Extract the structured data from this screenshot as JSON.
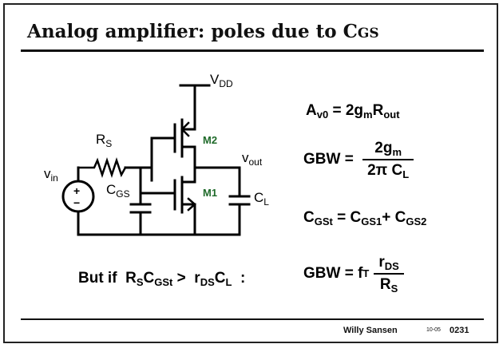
{
  "slide": {
    "title_main": "Analog amplifier: poles due to ",
    "title_c": "C",
    "title_gs": "GS",
    "footer": {
      "author": "Willy Sansen",
      "date": "10-05",
      "page": "0231"
    }
  },
  "circuit": {
    "vdd_base": "V",
    "vdd_sub": "DD",
    "rs_base": "R",
    "rs_sub": "S",
    "vin_base": "v",
    "vin_sub": "in",
    "cgs_base": "C",
    "cgs_sub": "GS",
    "m2": "M2",
    "m1": "M1",
    "vout_base": "v",
    "vout_sub": "out",
    "cl_base": "C",
    "cl_sub": "L",
    "plus": "+",
    "minus": "−"
  },
  "equations": {
    "av0": {
      "a": "A",
      "a_sub": "v0",
      "eq_2g": " = 2g",
      "m_sub": "m",
      "r": "R",
      "r_sub": "out"
    },
    "gbw1": {
      "lhs": "GBW = ",
      "num": "2g",
      "num_sub": "m",
      "den": "2π C",
      "den_sub": "L"
    },
    "cgst": {
      "c1": "C",
      "c1_sub": "GSt",
      "eq": " = C",
      "c2_sub": "GS1",
      "plus": "+ C",
      "c3_sub": "GS2"
    },
    "butif": {
      "text": "But if  R",
      "s_sub": "S",
      "c": "C",
      "gst_sub": "GSt",
      "gt": " >  r",
      "ds_sub": "DS",
      "c2": "C",
      "l_sub": "L",
      "colon": "  :"
    },
    "gbw2": {
      "lhs": "GBW = f",
      "t_sub": "T",
      "num": "r",
      "num_sub": "DS",
      "den": "R",
      "den_sub": "S"
    }
  }
}
